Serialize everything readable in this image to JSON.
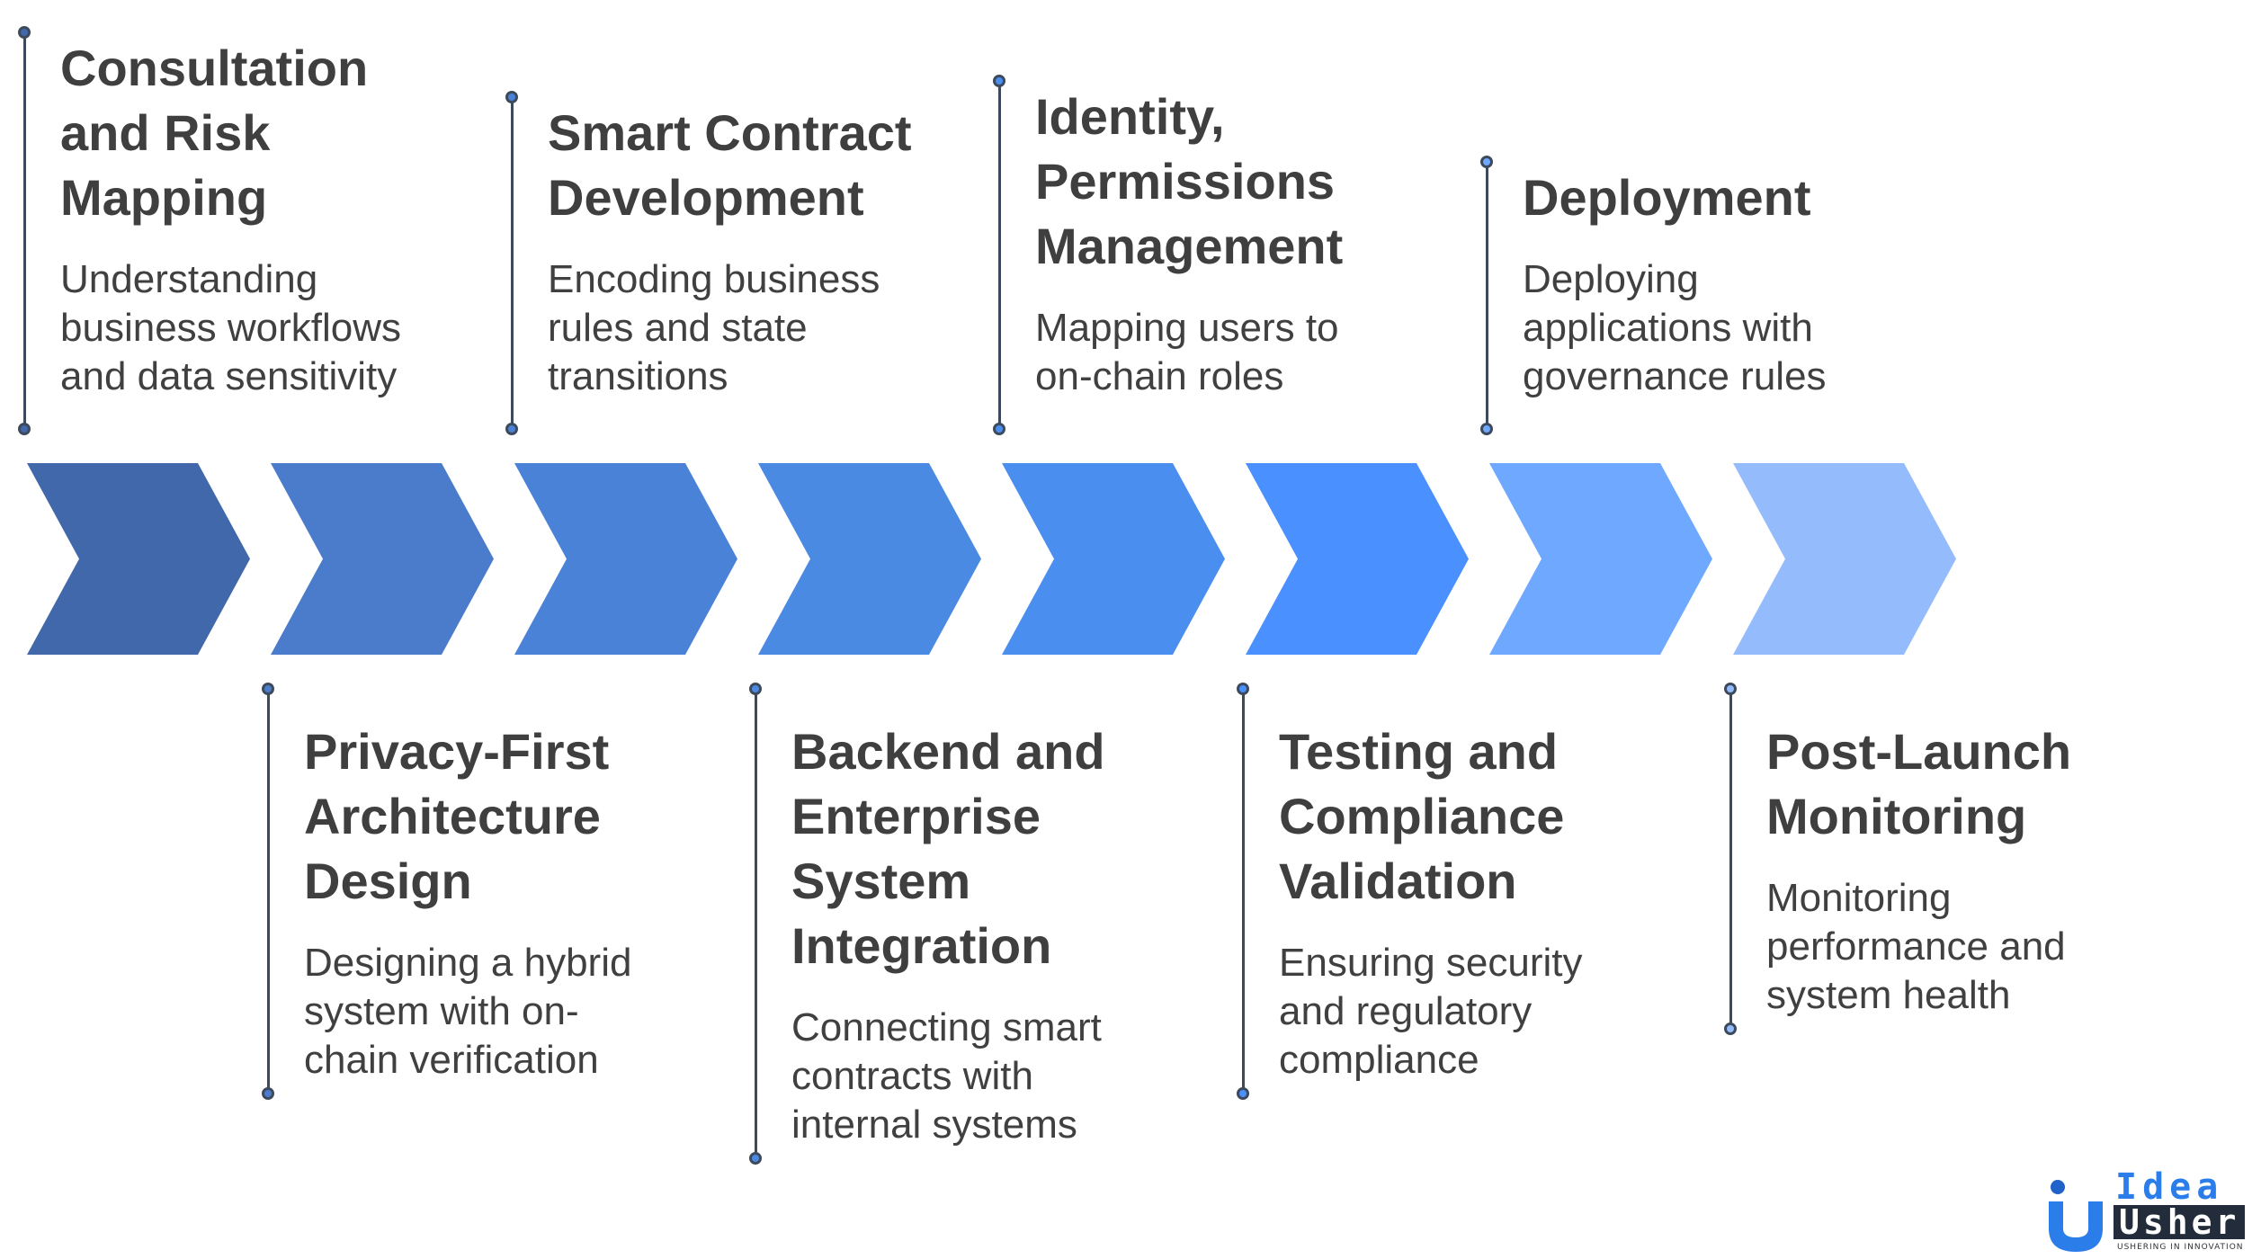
{
  "colors": {
    "chevrons": [
      "#4068aa",
      "#4b7ccb",
      "#4a82d8",
      "#4b8ae2",
      "#4a8ff0",
      "#4a90ff",
      "#6ea8ff",
      "#94bcfc"
    ],
    "text_title": "#3f3f3f",
    "text_desc": "#404040",
    "timeline_line": "#3d4a5c"
  },
  "steps": [
    {
      "title": "Consultation\nand Risk\nMapping",
      "description": "Understanding\nbusiness workflows\nand data sensitivity",
      "position": "top",
      "icon": "timeline-dot"
    },
    {
      "title": "Privacy-First\nArchitecture\nDesign",
      "description": "Designing a hybrid\nsystem with on-\nchain verification",
      "position": "bottom",
      "icon": "timeline-dot"
    },
    {
      "title": "Smart Contract\nDevelopment",
      "description": "Encoding business\nrules and state\ntransitions",
      "position": "top",
      "icon": "timeline-dot"
    },
    {
      "title": "Backend and\nEnterprise\nSystem\nIntegration",
      "description": "Connecting smart\ncontracts with\ninternal systems",
      "position": "bottom",
      "icon": "timeline-dot"
    },
    {
      "title": "Identity,\nPermissions\nManagement",
      "description": "Mapping users to\non-chain roles",
      "position": "top",
      "icon": "timeline-dot"
    },
    {
      "title": "Testing and\nCompliance\nValidation",
      "description": "Ensuring security\nand regulatory\ncompliance",
      "position": "bottom",
      "icon": "timeline-dot"
    },
    {
      "title": "Deployment",
      "description": "Deploying\napplications with\ngovernance rules",
      "position": "top",
      "icon": "timeline-dot"
    },
    {
      "title": "Post-Launch\nMonitoring",
      "description": "Monitoring\nperformance and\nsystem health",
      "position": "bottom",
      "icon": "timeline-dot"
    }
  ],
  "logo": {
    "word1": "Idea",
    "word2": "Usher",
    "tagline": "USHERING IN INNOVATION",
    "icon": "idea-usher-logo"
  }
}
